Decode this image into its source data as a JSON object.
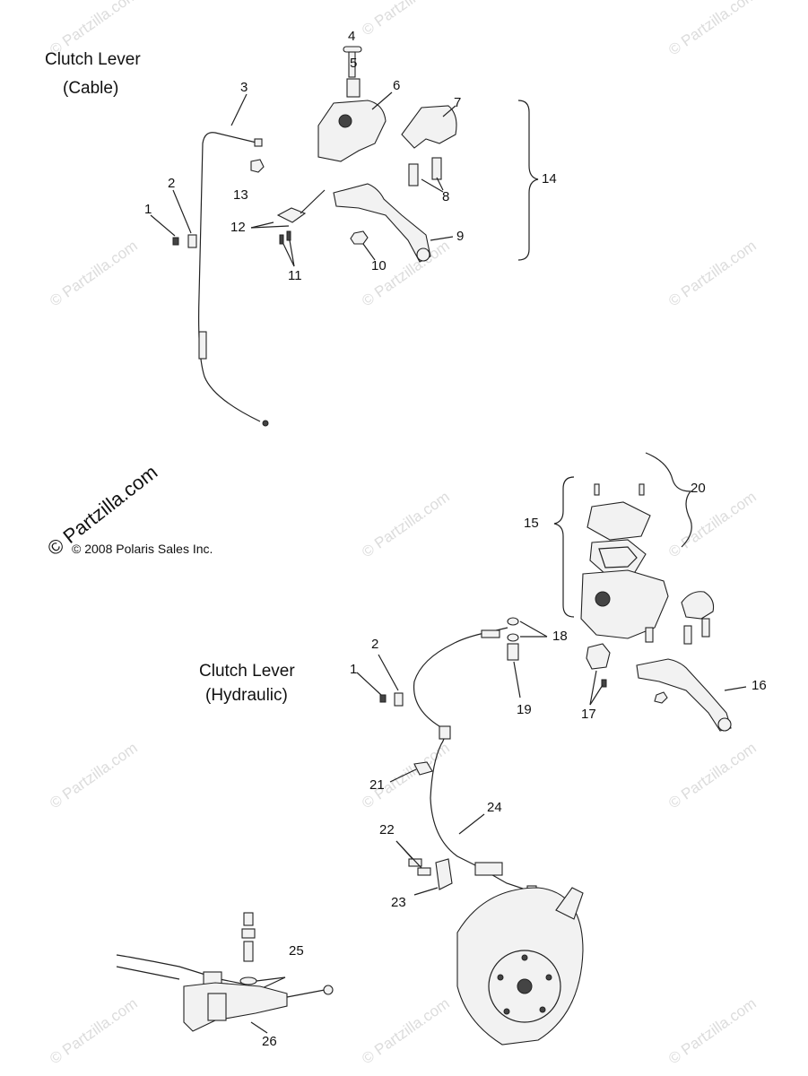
{
  "titles": {
    "cable_line1": "Clutch Lever",
    "cable_line2": "(Cable)",
    "hydraulic_line1": "Clutch Lever",
    "hydraulic_line2": "(Hydraulic)"
  },
  "copyright": "© 2008 Polaris Sales Inc.",
  "brand": "© Partzilla.com",
  "watermark": "© Partzilla.com",
  "callouts": {
    "n1a": "1",
    "n2a": "2",
    "n3": "3",
    "n4": "4",
    "n5": "5",
    "n6": "6",
    "n7": "7",
    "n8": "8",
    "n9": "9",
    "n10": "10",
    "n11": "11",
    "n12": "12",
    "n13": "13",
    "n14": "14",
    "n15": "15",
    "n16": "16",
    "n17": "17",
    "n18": "18",
    "n19": "19",
    "n20": "20",
    "n1b": "1",
    "n2b": "2",
    "n21": "21",
    "n22": "22",
    "n23": "23",
    "n24": "24",
    "n25": "25",
    "n26": "26"
  }
}
